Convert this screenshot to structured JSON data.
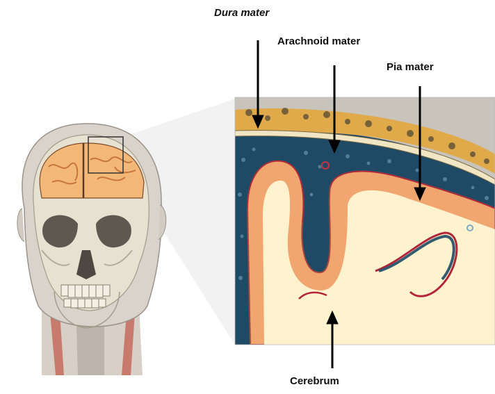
{
  "labels": {
    "dura_mater": "Dura mater",
    "arachnoid_mater": "Arachnoid mater",
    "pia_mater": "Pia mater",
    "cerebrum": "Cerebrum"
  },
  "colors": {
    "skin": "#e6e1d8",
    "bone": "#e2dccb",
    "dura": "#d9a43a",
    "subarachnoid": "#1f4a66",
    "gray_matter": "#f2a66f",
    "white_matter": "#fff2cf",
    "pia": "#b3263a",
    "arrow": "#000000"
  }
}
